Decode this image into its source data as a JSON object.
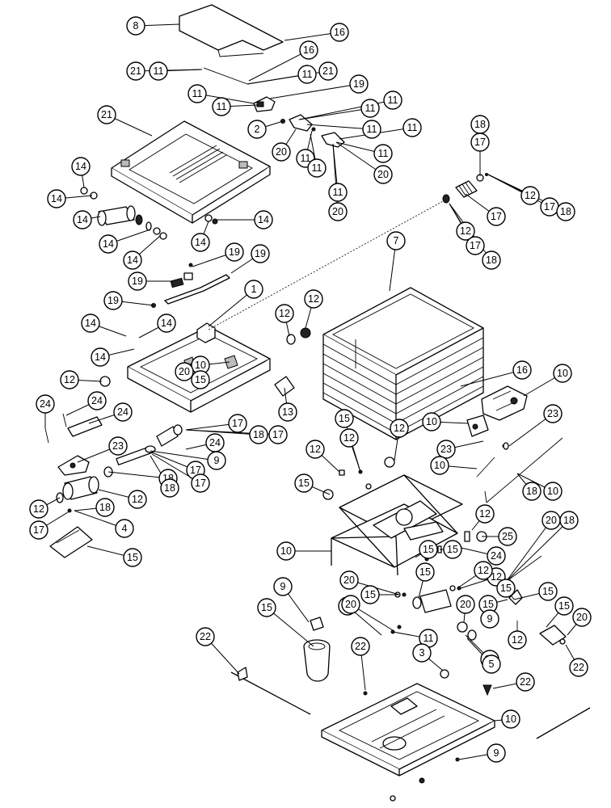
{
  "diagram": {
    "callouts": [
      {
        "label": "8"
      },
      {
        "label": "16"
      },
      {
        "label": "16"
      },
      {
        "label": "21"
      },
      {
        "label": "11"
      },
      {
        "label": "11"
      },
      {
        "label": "21"
      },
      {
        "label": "11"
      },
      {
        "label": "19"
      },
      {
        "label": "11"
      },
      {
        "label": "11"
      },
      {
        "label": "11"
      },
      {
        "label": "21"
      },
      {
        "label": "2"
      },
      {
        "label": "11"
      },
      {
        "label": "11"
      },
      {
        "label": "20"
      },
      {
        "label": "11"
      },
      {
        "label": "11"
      },
      {
        "label": "11"
      },
      {
        "label": "20"
      },
      {
        "label": "11"
      },
      {
        "label": "20"
      },
      {
        "label": "18"
      },
      {
        "label": "17"
      },
      {
        "label": "12"
      },
      {
        "label": "17"
      },
      {
        "label": "18"
      },
      {
        "label": "17"
      },
      {
        "label": "14"
      },
      {
        "label": "14"
      },
      {
        "label": "14"
      },
      {
        "label": "14"
      },
      {
        "label": "14"
      },
      {
        "label": "14"
      },
      {
        "label": "14"
      },
      {
        "label": "12"
      },
      {
        "label": "17"
      },
      {
        "label": "18"
      },
      {
        "label": "19"
      },
      {
        "label": "19"
      },
      {
        "label": "19"
      },
      {
        "label": "7"
      },
      {
        "label": "19"
      },
      {
        "label": "1"
      },
      {
        "label": "12"
      },
      {
        "label": "12"
      },
      {
        "label": "14"
      },
      {
        "label": "14"
      },
      {
        "label": "14"
      },
      {
        "label": "10"
      },
      {
        "label": "20"
      },
      {
        "label": "15"
      },
      {
        "label": "16"
      },
      {
        "label": "10"
      },
      {
        "label": "12"
      },
      {
        "label": "24"
      },
      {
        "label": "24"
      },
      {
        "label": "24"
      },
      {
        "label": "13"
      },
      {
        "label": "15"
      },
      {
        "label": "12"
      },
      {
        "label": "10"
      },
      {
        "label": "23"
      },
      {
        "label": "12"
      },
      {
        "label": "17"
      },
      {
        "label": "18"
      },
      {
        "label": "17"
      },
      {
        "label": "23"
      },
      {
        "label": "24"
      },
      {
        "label": "12"
      },
      {
        "label": "9"
      },
      {
        "label": "17"
      },
      {
        "label": "18"
      },
      {
        "label": "17"
      },
      {
        "label": "18"
      },
      {
        "label": "23"
      },
      {
        "label": "10"
      },
      {
        "label": "10"
      },
      {
        "label": "18"
      },
      {
        "label": "12"
      },
      {
        "label": "15"
      },
      {
        "label": "12"
      },
      {
        "label": "25"
      },
      {
        "label": "20"
      },
      {
        "label": "18"
      },
      {
        "label": "12"
      },
      {
        "label": "17"
      },
      {
        "label": "18"
      },
      {
        "label": "4"
      },
      {
        "label": "10"
      },
      {
        "label": "15"
      },
      {
        "label": "24"
      },
      {
        "label": "15"
      },
      {
        "label": "12"
      },
      {
        "label": "15"
      },
      {
        "label": "9"
      },
      {
        "label": "15"
      },
      {
        "label": "12"
      },
      {
        "label": "20"
      },
      {
        "label": "15"
      },
      {
        "label": "15"
      },
      {
        "label": "20"
      },
      {
        "label": "20"
      },
      {
        "label": "15"
      },
      {
        "label": "15"
      },
      {
        "label": "15"
      },
      {
        "label": "15"
      },
      {
        "label": "20"
      },
      {
        "label": "11"
      },
      {
        "label": "9"
      },
      {
        "label": "12"
      },
      {
        "label": "15"
      },
      {
        "label": "15"
      },
      {
        "label": "5"
      },
      {
        "label": "22"
      },
      {
        "label": "22"
      },
      {
        "label": "22"
      },
      {
        "label": "3"
      },
      {
        "label": "22"
      },
      {
        "label": "10"
      },
      {
        "label": "9"
      }
    ]
  }
}
